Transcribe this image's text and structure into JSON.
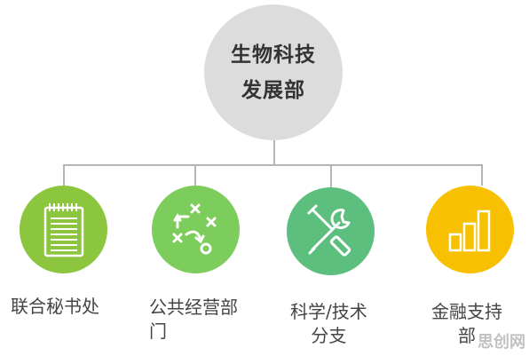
{
  "root": {
    "line1": "生物科技",
    "line2": "发展部"
  },
  "children": [
    {
      "label_lines": [
        "联合秘书处"
      ],
      "color": "#8cc63f",
      "icon": "notepad-icon"
    },
    {
      "label_lines": [
        "公共经营部",
        "门"
      ],
      "color": "#7ccd5b",
      "icon": "strategy-play-icon"
    },
    {
      "label_lines": [
        "科学/技术",
        "分支"
      ],
      "color": "#5dbf7e",
      "icon": "tools-icon"
    },
    {
      "label_lines": [
        "金融支持",
        "部"
      ],
      "color": "#f7c000",
      "icon": "bar-chart-icon"
    }
  ],
  "connector_color": "#b5b5b5",
  "watermark": "思创网"
}
